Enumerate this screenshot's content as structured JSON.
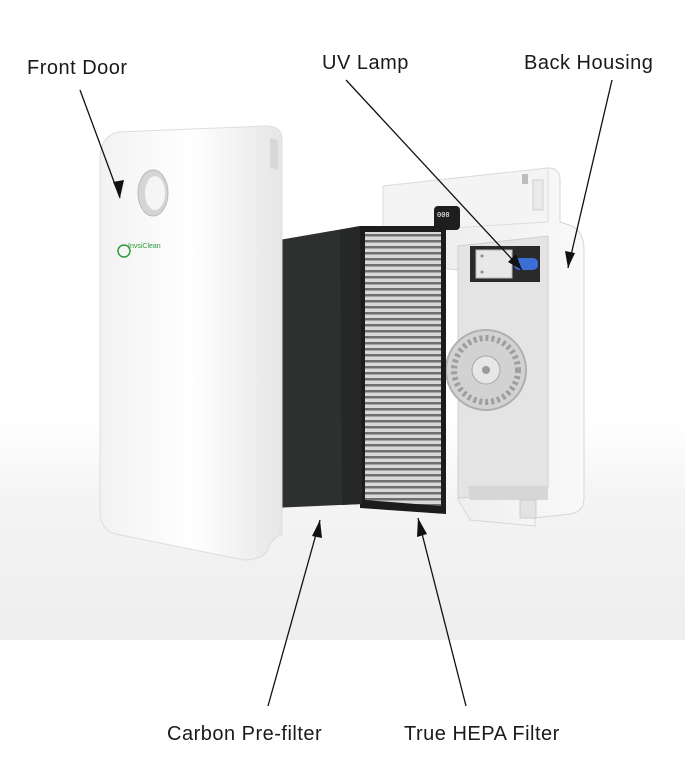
{
  "labels": {
    "front_door": "Front Door",
    "uv_lamp": "UV Lamp",
    "back_housing": "Back Housing",
    "carbon_prefilter": "Carbon Pre-filter",
    "hepa_filter": "True HEPA Filter"
  },
  "brand_logo_text": "InvsiClean",
  "display_reading": "000",
  "colors": {
    "label_text": "#1a1a1a",
    "leader_lines": "#111111",
    "device_body": "#ffffff",
    "carbon_filter": "#2e302f",
    "brand_green": "#2d9b3a"
  }
}
